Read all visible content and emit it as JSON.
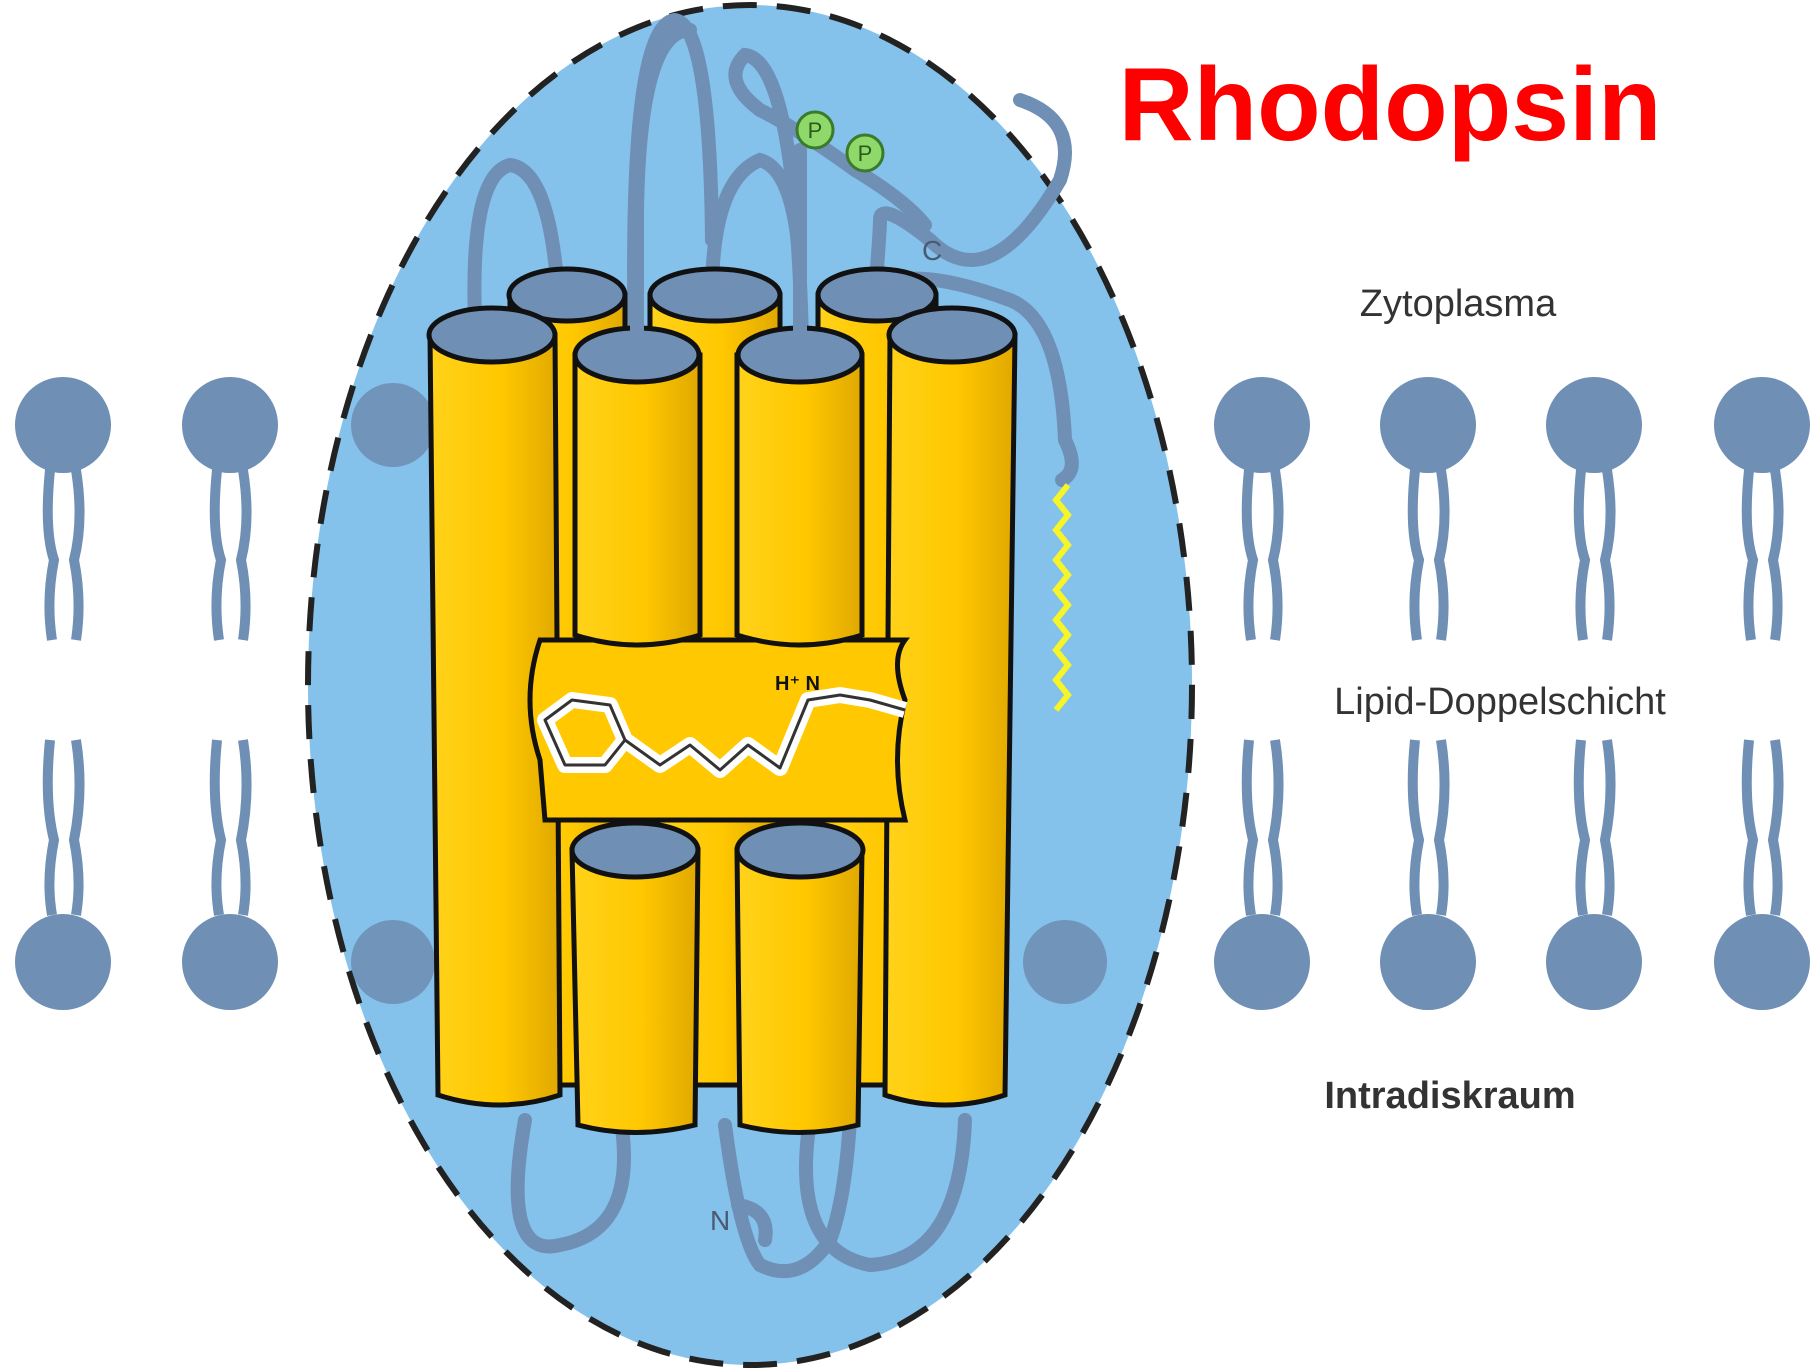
{
  "title": "Rhodopsin",
  "regions": {
    "cytoplasm": "Zytoplasma",
    "bilayer": "Lipid-Doppelschicht",
    "intradisc": "Intradiskraum"
  },
  "termini": {
    "c": "C",
    "n": "N"
  },
  "phosphate_label": "P",
  "schiff_base_label": "H⁺ N",
  "colors": {
    "title": "#ff0000",
    "background": "#ffffff",
    "ellipse_fill": "#84c1eb",
    "helix_fill": "#ffc800",
    "helix_top": "#6f8fb5",
    "lipid": "#6f8fb5",
    "loop": "#6f8fb5",
    "phosphate": "#8fd86a",
    "palmitoyl": "#f5f52a",
    "retinal": "#ffffff",
    "label_text": "#333333"
  }
}
